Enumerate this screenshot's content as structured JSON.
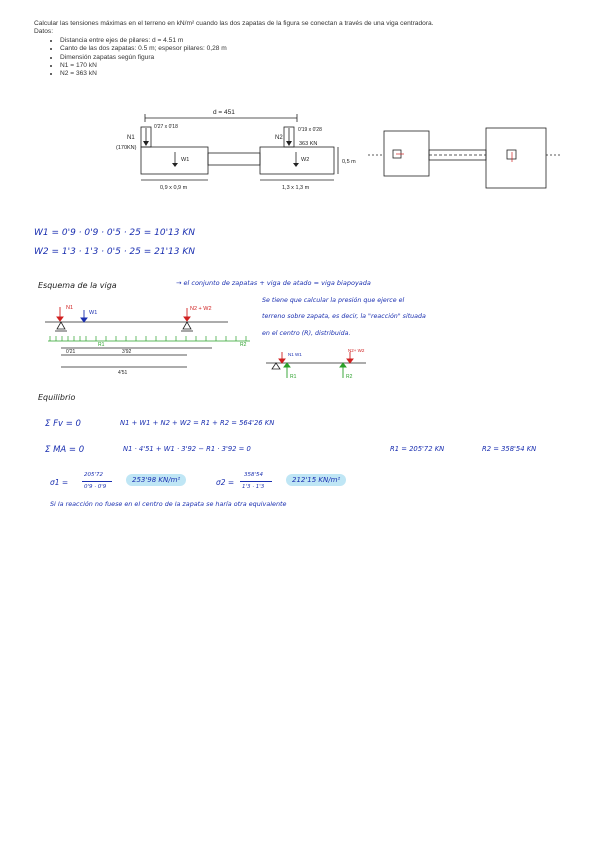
{
  "statement": {
    "intro": "Calcular las tensiones máximas en el terreno en kN/m² cuando las dos zapatas de la figura se conectan a través de una viga centradora.",
    "datos_label": "Datos:",
    "items": [
      "Distancia entre ejes de pilares: d = 4.51 m",
      "Canto de las dos zapatas: 0.5 m; espesor pilares: 0,28 m",
      "Dimensión zapatas según figura",
      "N1 = 170 kN",
      "N2 = 363 kN"
    ]
  },
  "figure": {
    "d_label": "d = 451",
    "n1_label": "N1",
    "n1_value": "(170KN)",
    "n2_label": "N2",
    "n2_value": "363 KN",
    "dim_left_top": "0'27 x 0'18",
    "dim_right_top": "0'19 x 0'28",
    "w1": "W1",
    "w2": "W2",
    "canto": "0,5 m",
    "footing1": "0,9 x 0,9 m",
    "footing2": "1,3 x 1,3 m"
  },
  "handwritten": {
    "w1_eq": "W1 = 0'9 · 0'9 · 0'5 · 25 = 10'13 KN",
    "w2_eq": "W2 = 1'3 · 1'3 · 0'5 · 25 = 21'13 KN",
    "esquema_title": "Esquema de la viga",
    "esquema_desc": "→ el conjunto de zapatas + viga de atado = viga biapoyada",
    "note_line1": "Se tiene que calcular la presión que ejerce el",
    "note_line2": "terreno sobre zapata, es decir, la \"reacción\" situada",
    "note_line3": "en el centro (R), distribuida.",
    "beam_n1": "N1",
    "beam_w1": "W1",
    "beam_n2w2": "N2 + W2",
    "beam_dim1": "0'21",
    "beam_dim2": "3'92",
    "beam_total": "4'51",
    "beam_r1": "R1",
    "beam_r2": "R2",
    "small_n1w1": "N1 W1",
    "small_n2w2": "N2+ W2",
    "equilibrio_title": "Equilibrio",
    "sum_fv_label": "Σ Fv = 0",
    "sum_fv_eq": "N1 + W1 + N2 + W2 = R1 + R2 = 564'26 KN",
    "sum_ma_label": "Σ MA = 0",
    "sum_ma_eq": "N1 · 4'51 + W1 · 3'92 − R1 · 3'92 = 0",
    "r1_result": "R1 = 205'72 KN",
    "r2_result": "R2 = 358'54 KN",
    "sigma1_label": "σ1 =",
    "sigma1_num": "205'72",
    "sigma1_den": "0'9 · 0'9",
    "sigma1_result": "253'98 KN/m²",
    "sigma2_label": "σ2 =",
    "sigma2_num": "358'54",
    "sigma2_den": "1'3 · 1'3",
    "sigma2_result": "212'15 KN/m²",
    "final_note": "Si la reacción no fuese en el centro de la zapata se haría otra equivalente"
  },
  "colors": {
    "ink_blue": "#1a2fb0",
    "ink_green": "#2aa02a",
    "ink_red": "#d02020",
    "highlight": "#bfe6f5"
  }
}
